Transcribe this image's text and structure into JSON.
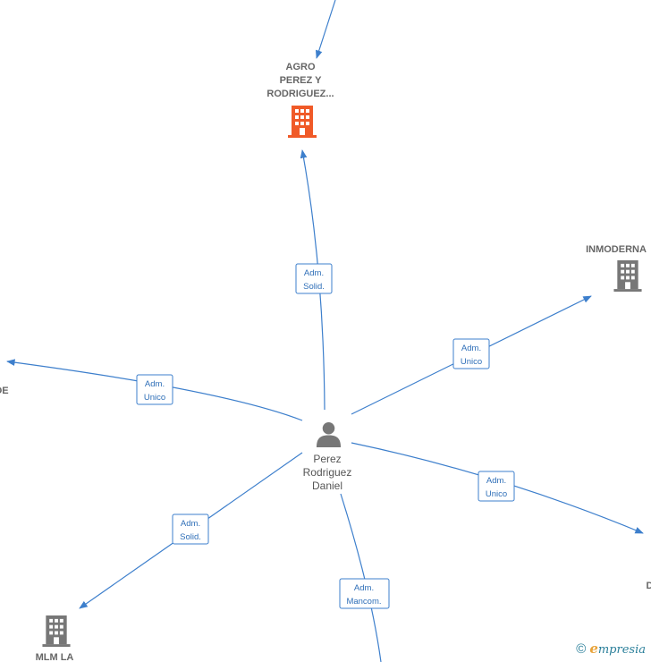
{
  "center": {
    "lines": [
      "Perez",
      "Rodriguez",
      "Daniel"
    ],
    "icon": "person-icon"
  },
  "nodes": [
    {
      "id": "agro",
      "lines": [
        "AGRO",
        "PEREZ Y",
        "RODRIGUEZ..."
      ],
      "color": "#f05a28",
      "icon": "building-icon"
    },
    {
      "id": "inmoderna",
      "lines": [
        "INMODERNA"
      ],
      "color": "#777777",
      "icon": "building-icon"
    },
    {
      "id": "left-cut",
      "lines": [
        "DE"
      ],
      "color": "#777777",
      "icon": ""
    },
    {
      "id": "right-cut",
      "lines": [
        "DI"
      ],
      "color": "#777777",
      "icon": ""
    },
    {
      "id": "mlm",
      "lines": [
        "MLM LA"
      ],
      "color": "#777777",
      "icon": "building-icon"
    }
  ],
  "edges": [
    {
      "id": "incoming-top",
      "label": []
    },
    {
      "id": "to-agro",
      "label": [
        "Adm.",
        "Solid."
      ]
    },
    {
      "id": "to-inmoderna",
      "label": [
        "Adm.",
        "Unico"
      ]
    },
    {
      "id": "to-left",
      "label": [
        "Adm.",
        "Unico"
      ]
    },
    {
      "id": "to-right",
      "label": [
        "Adm.",
        "Unico"
      ]
    },
    {
      "id": "to-mlm",
      "label": [
        "Adm.",
        "Solid."
      ]
    },
    {
      "id": "to-bottom",
      "label": [
        "Adm.",
        "Mancom."
      ]
    }
  ],
  "footer": {
    "copyright": "©",
    "brand_first": "e",
    "brand_rest": "mpresia"
  },
  "colors": {
    "edge": "#3d7fcc",
    "highlight": "#f05a28",
    "neutral": "#777777"
  }
}
